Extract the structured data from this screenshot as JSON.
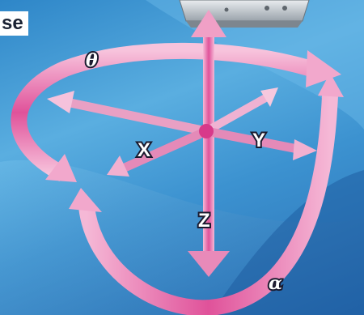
{
  "heading": "se",
  "labels": {
    "theta": "θ",
    "x": "X",
    "y": "Y",
    "z": "Z",
    "alpha": "α"
  },
  "colors": {
    "arrow": "#e0529a",
    "arrow_light": "#f4b6d4",
    "background": "#3c92d0",
    "label_outline": "#1a1a2e"
  },
  "icons": {
    "device": "gripper-device-icon"
  }
}
